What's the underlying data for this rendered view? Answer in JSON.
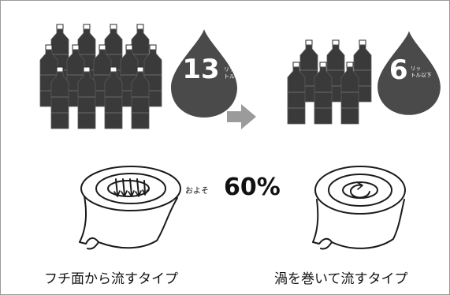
{
  "before": {
    "amount": "13",
    "unit": "リットル",
    "unit_line1": "リッ",
    "unit_line2": "トル"
  },
  "after": {
    "amount": "6",
    "unit": "リットル以下",
    "unit_line1": "リッ",
    "unit_line2": "トル以下"
  },
  "reduction": {
    "prefix": "およそ",
    "value": "60%"
  },
  "captions": {
    "left": "フチ面から流すタイプ",
    "right": "渦を巻いて流すタイプ"
  },
  "icons": {
    "bottle": "pet-bottle-icon",
    "drop": "water-drop-icon",
    "arrow": "right-arrow-icon",
    "toilet_rim_flush": "toilet-rim-flush-icon",
    "toilet_swirl_flush": "toilet-swirl-flush-icon"
  },
  "colors": {
    "bottle_body": "#3a3a3a",
    "bottle_cap": "#ffffff",
    "drop": "#4a4a4a",
    "arrow": "#9b9b9b",
    "line": "#1a1a1a"
  }
}
